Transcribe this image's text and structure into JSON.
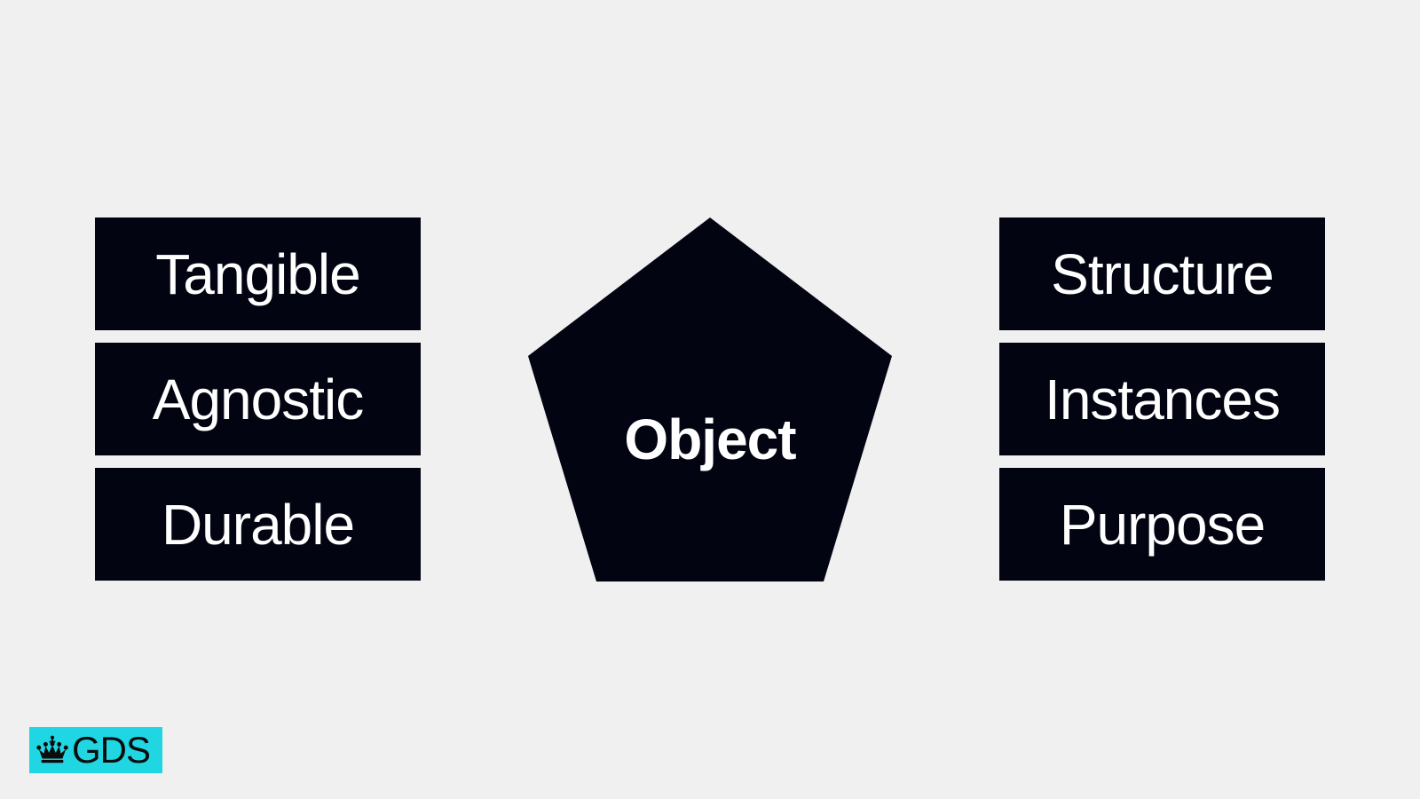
{
  "diagram": {
    "center": {
      "label": "Object"
    },
    "left_items": [
      {
        "label": "Tangible"
      },
      {
        "label": "Agnostic"
      },
      {
        "label": "Durable"
      }
    ],
    "right_items": [
      {
        "label": "Structure"
      },
      {
        "label": "Instances"
      },
      {
        "label": "Purpose"
      }
    ]
  },
  "logo": {
    "text": "GDS",
    "icon": "crown-icon"
  },
  "colors": {
    "background": "#f0f0f0",
    "box": "#020412",
    "text": "#ffffff",
    "logo_bg": "#1fd6e2"
  }
}
